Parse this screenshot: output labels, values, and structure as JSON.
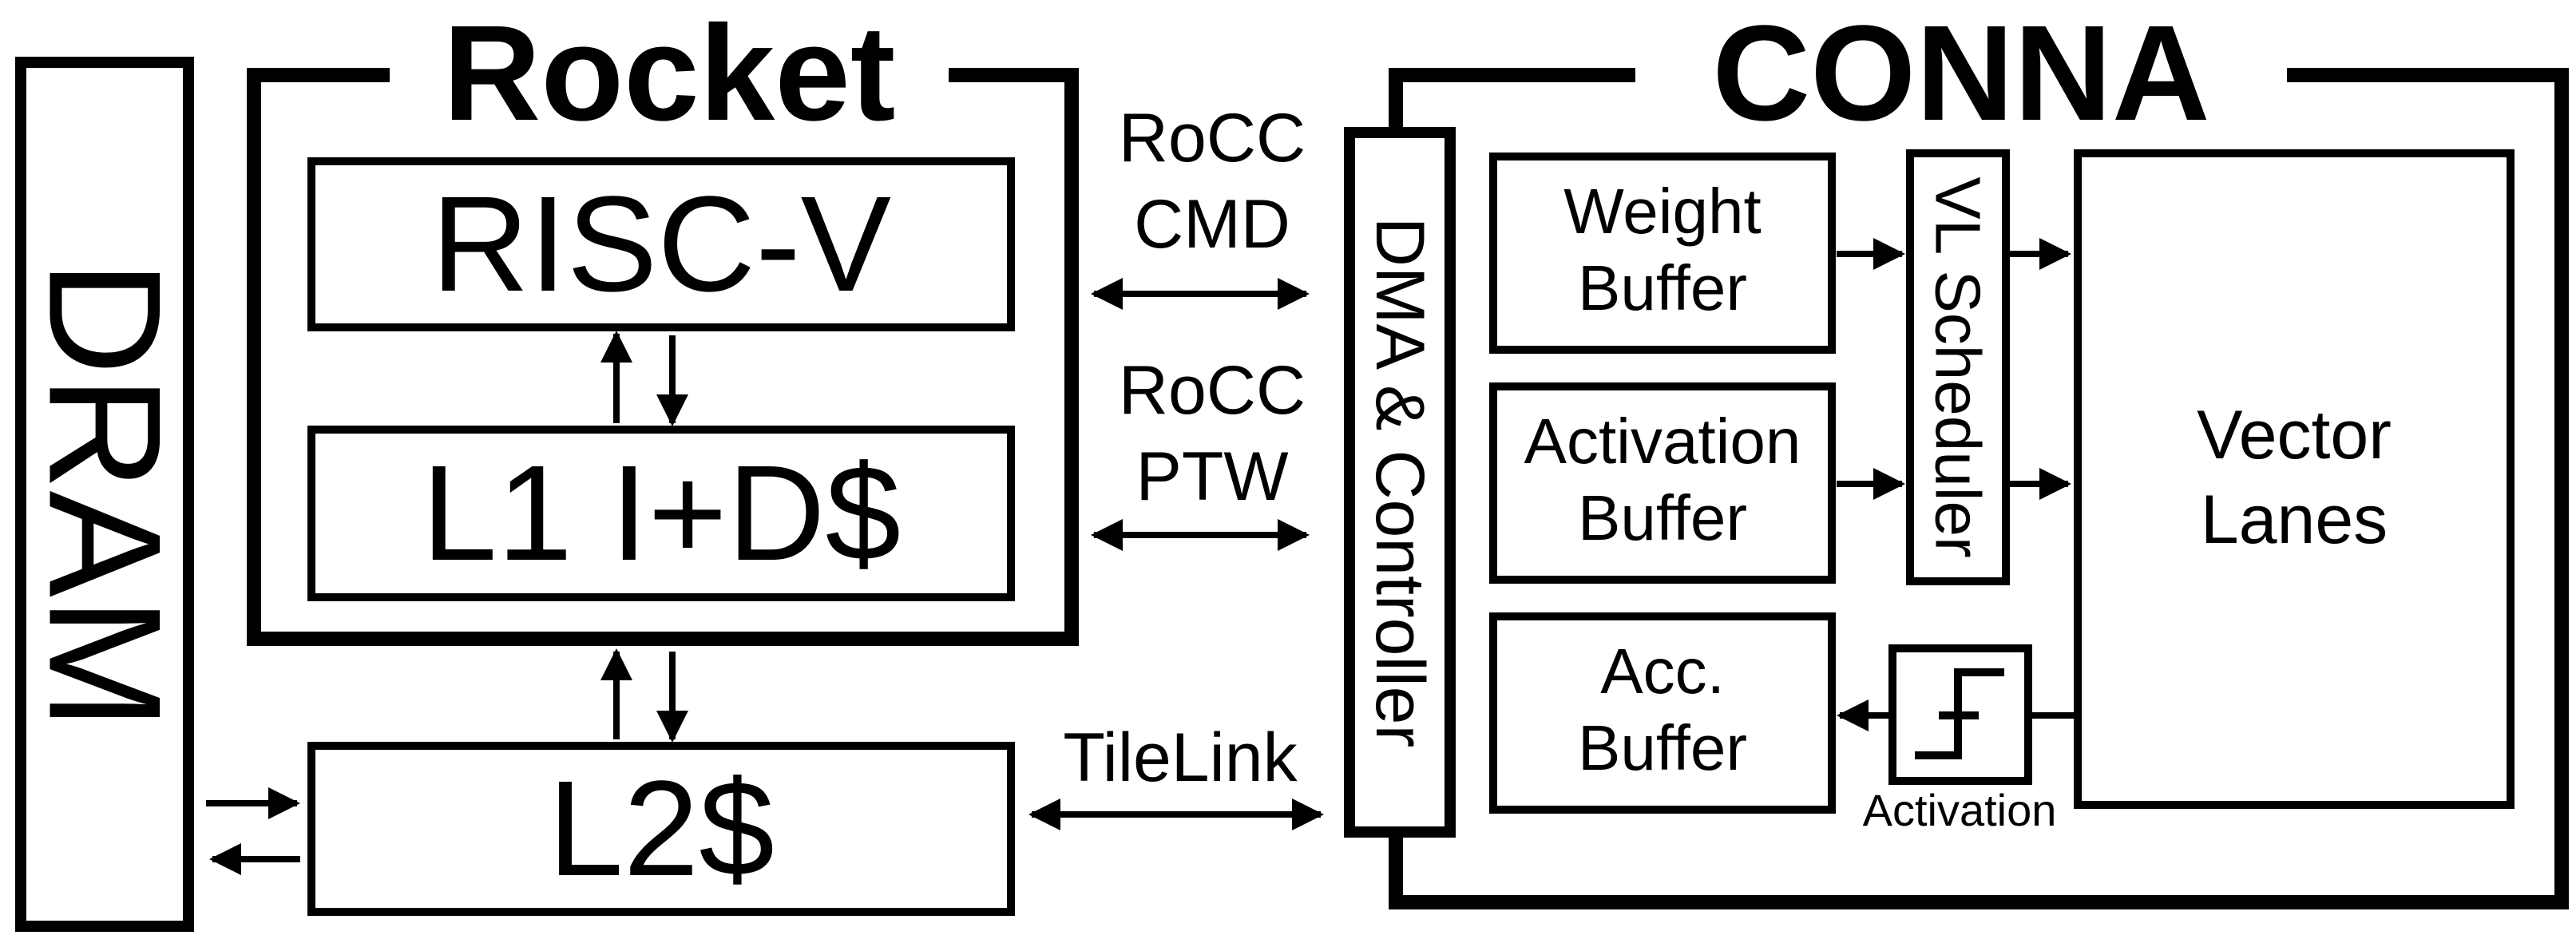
{
  "blocks": {
    "dram": "DRAM",
    "rocket_title": "Rocket",
    "risc_v": "RISC-V",
    "l1_cache": "L1 I+D$",
    "l2_cache": "L2$",
    "conna_title": "CONNA",
    "dma_controller": "DMA & Controller",
    "weight_buffer": [
      "Weight",
      "Buffer"
    ],
    "activation_buffer": [
      "Activation",
      "Buffer"
    ],
    "acc_buffer": [
      "Acc.",
      "Buffer"
    ],
    "vl_scheduler": "VL Scheduler",
    "vector_lanes": [
      "Vector",
      "Lanes"
    ],
    "activation_unit_label": "Activation"
  },
  "links": {
    "rocc_cmd": [
      "RoCC",
      "CMD"
    ],
    "rocc_ptw": [
      "RoCC",
      "PTW"
    ],
    "tilelink": "TileLink"
  },
  "colors": {
    "stroke": "#000000",
    "background": "#ffffff"
  }
}
